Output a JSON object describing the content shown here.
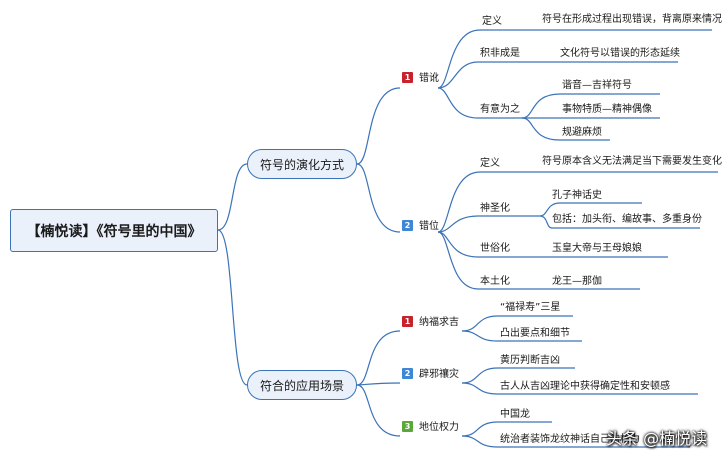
{
  "root": "【楠悦读】《符号里的中国》",
  "branch1": {
    "title": "符号的演化方式",
    "sub1": {
      "num": "1",
      "title": "错讹",
      "def_label": "定义",
      "def_value": "符号在形成过程出现错误，背离原来情况",
      "accum_label": "积非成是",
      "accum_value": "文化符号以错误的形态延续",
      "intent_label": "有意为之",
      "intent_items": [
        "谐音—吉祥符号",
        "事物特质—精神偶像",
        "规避麻烦"
      ]
    },
    "sub2": {
      "num": "2",
      "title": "错位",
      "def_label": "定义",
      "def_value": "符号原本含义无法满足当下需要发生变化",
      "sacred_label": "神圣化",
      "sacred_items": [
        "孔子神话史",
        "包括：加头衔、编故事、多重身份"
      ],
      "secular_label": "世俗化",
      "secular_value": "玉皇大帝与王母娘娘",
      "local_label": "本土化",
      "local_value": "龙王—那伽"
    }
  },
  "branch2": {
    "title": "符合的应用场景",
    "sub1": {
      "num": "1",
      "title": "纳福求吉",
      "items": [
        "“福禄寿”三星",
        "凸出要点和细节"
      ]
    },
    "sub2": {
      "num": "2",
      "title": "辟邪禳灾",
      "items": [
        "黄历判断吉凶",
        "古人从吉凶理论中获得确定性和安顿感"
      ]
    },
    "sub3": {
      "num": "3",
      "title": "地位权力",
      "items": [
        "中国龙",
        "统治者装饰龙纹神话自己的权力"
      ]
    }
  },
  "watermark": "头条 @楠悦读",
  "colors": {
    "line": "#3a73b8",
    "badge_red": "#c8232c",
    "badge_blue": "#3d87d6",
    "badge_green": "#5aa83c"
  }
}
